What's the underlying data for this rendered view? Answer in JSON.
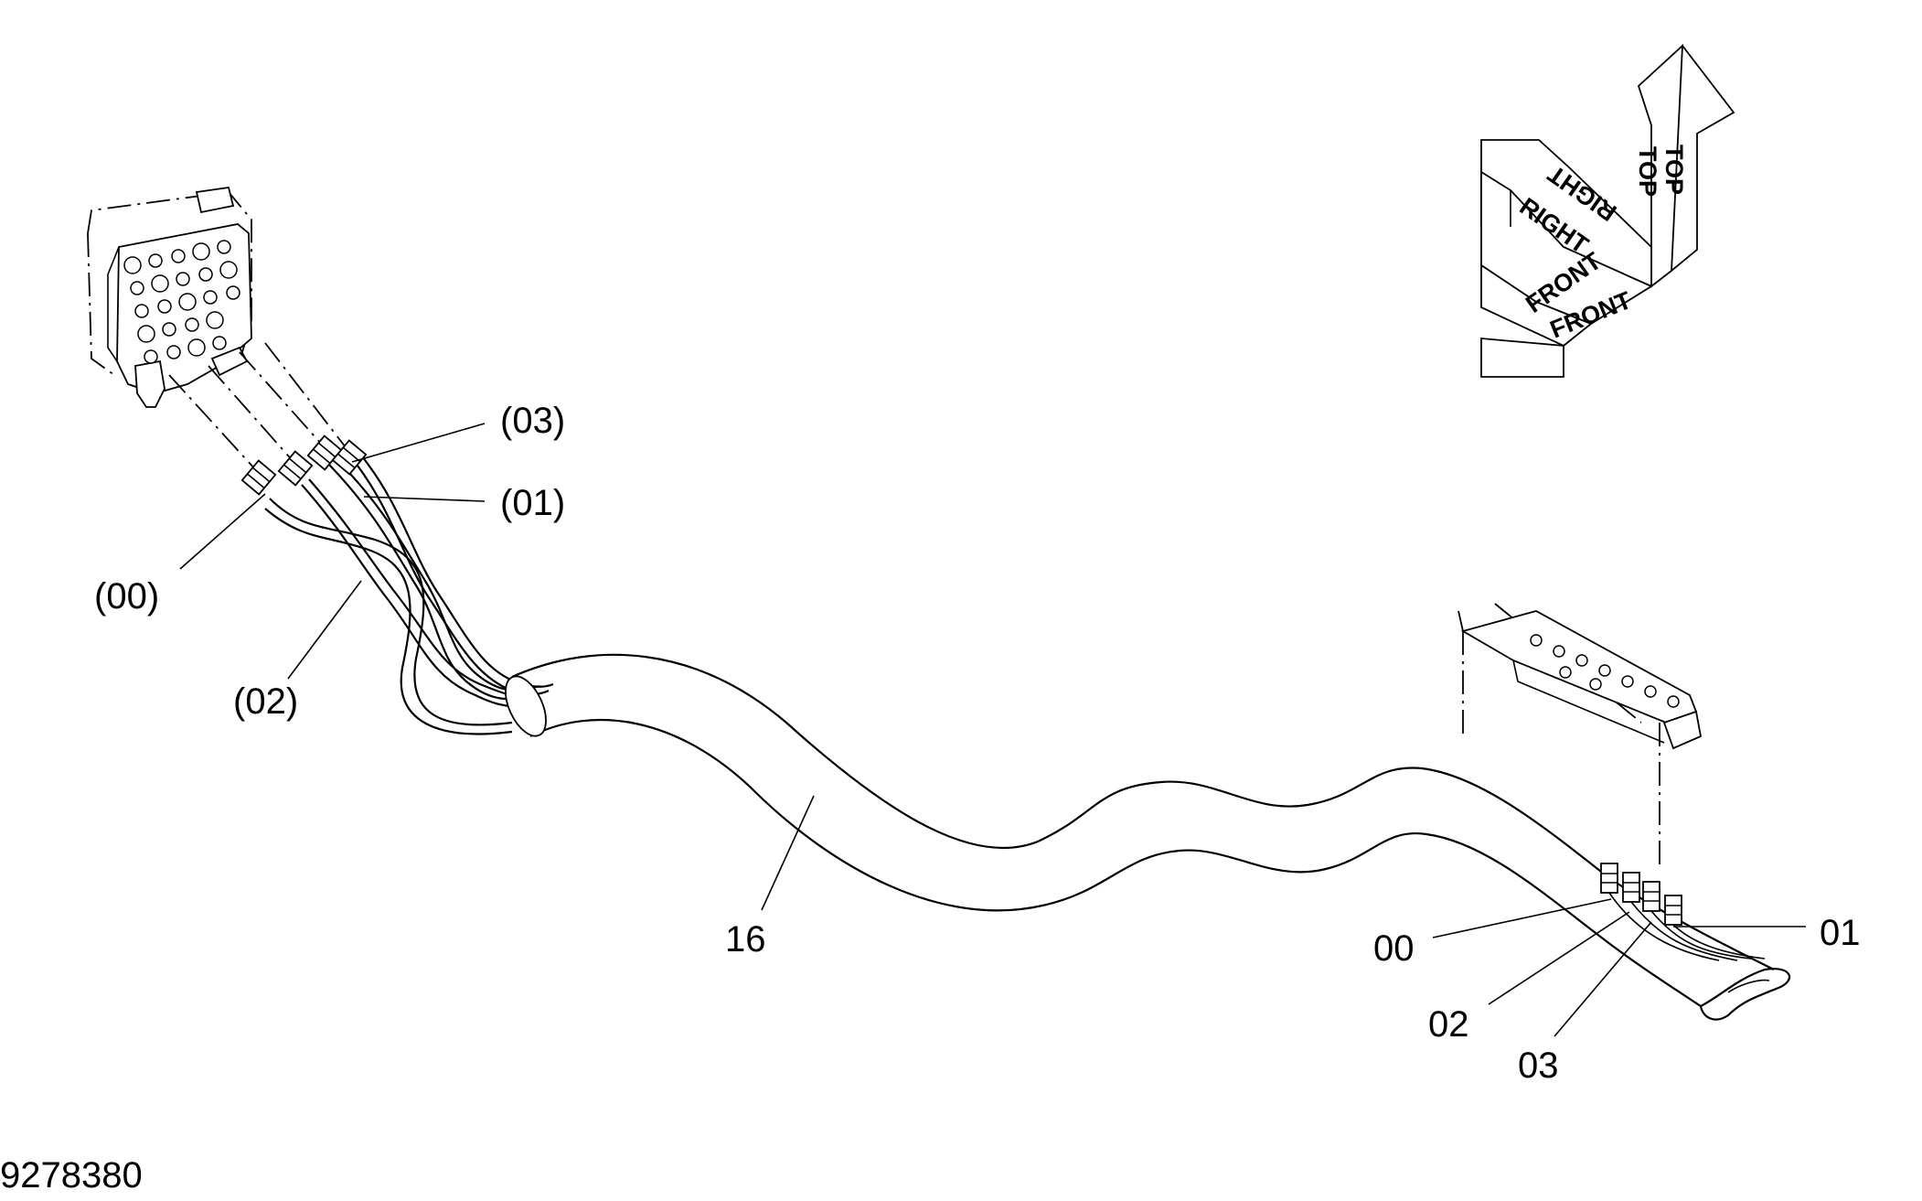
{
  "labels": {
    "p03": "(03)",
    "p01": "(01)",
    "p00": "(00)",
    "p02": "(02)",
    "hose": "16",
    "e00": "00",
    "e01": "01",
    "e02": "02",
    "e03": "03"
  },
  "orientation": {
    "top_a": "TOP",
    "top_b": "TOP",
    "right_a": "RIGHT",
    "right_b": "RIGHT",
    "front_a": "FRONT",
    "front_b": "FRONT"
  },
  "drawing_number": "9278380"
}
